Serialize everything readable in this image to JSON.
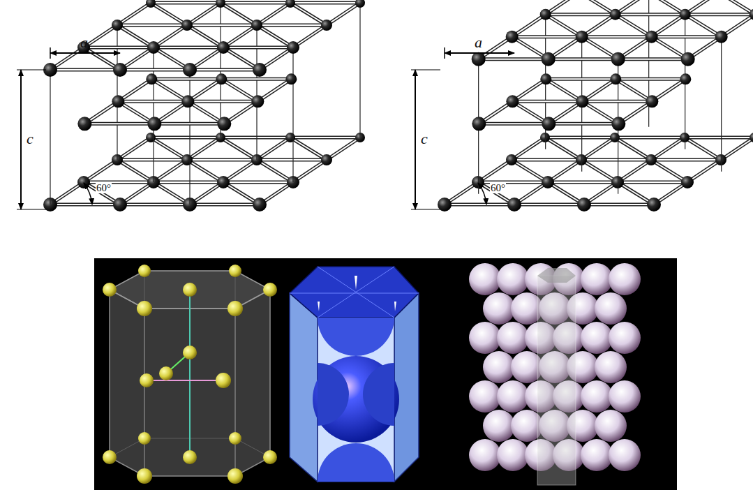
{
  "diagram": {
    "labels": [
      "a",
      "c",
      "60°",
      "a",
      "c",
      "60°"
    ]
  }
}
